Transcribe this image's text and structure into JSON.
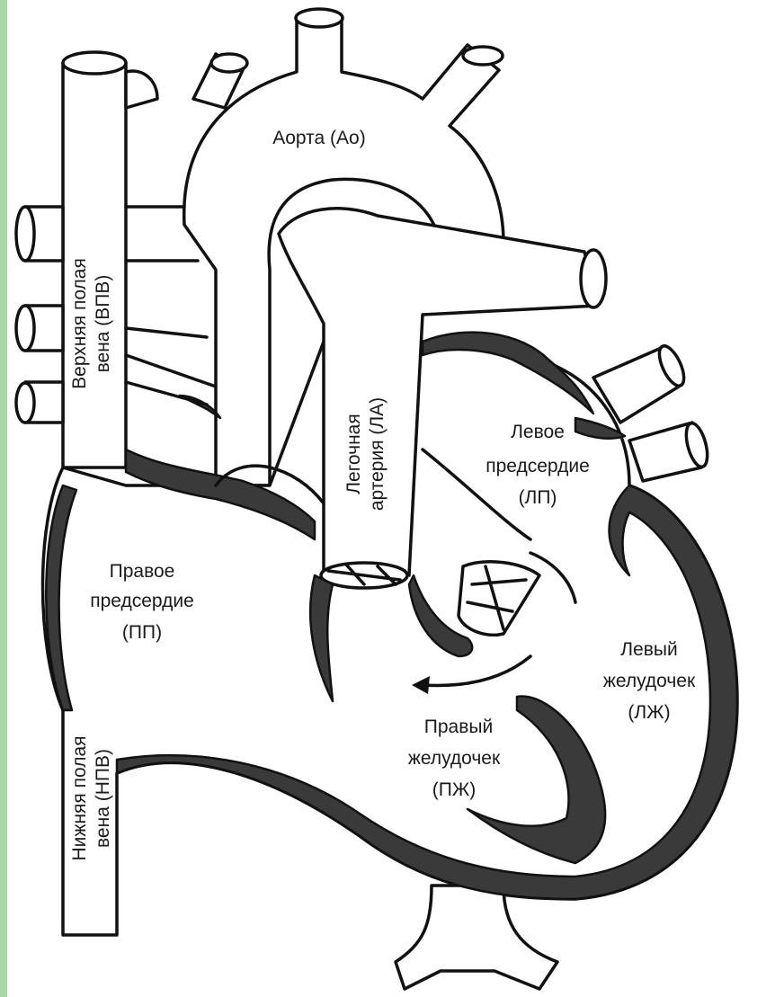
{
  "colors": {
    "edge_bar": "#a8d8a8",
    "wall_fill": "#3a3a3a",
    "line": "#111111"
  },
  "labels": {
    "aorta": "Аорта (Ао)",
    "svc_line1": "Верхняя полая",
    "svc_line2": "вена (ВПВ)",
    "pa_line1": "Легочная",
    "pa_line2": "артерия (ЛА)",
    "la_line1": "Левое",
    "la_line2": "предсердие",
    "la_line3": "(ЛП)",
    "ra_line1": "Правое",
    "ra_line2": "предсердие",
    "ra_line3": "(ПП)",
    "lv_line1": "Левый",
    "lv_line2": "желудочек",
    "lv_line3": "(ЛЖ)",
    "rv_line1": "Правый",
    "rv_line2": "желудочек",
    "rv_line3": "(ПЖ)",
    "ivc_line1": "Нижняя полая",
    "ivc_line2": "вена (НПВ)"
  }
}
